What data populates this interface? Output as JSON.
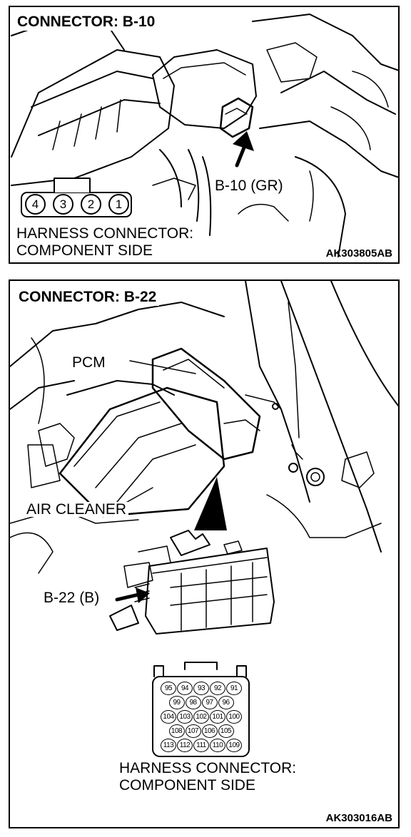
{
  "panel1": {
    "title": "CONNECTOR: B-10",
    "connector_callout": "B-10 (GR)",
    "pins": [
      "4",
      "3",
      "2",
      "1"
    ],
    "harness_label_line1": "HARNESS CONNECTOR:",
    "harness_label_line2": "COMPONENT SIDE",
    "figure_code": "AK303805AB"
  },
  "panel2": {
    "title": "CONNECTOR: B-22",
    "pcm_label": "PCM",
    "air_cleaner_label": "AIR CLEANER",
    "connector_callout": "B-22 (B)",
    "pin_rows": [
      [
        "95",
        "94",
        "93",
        "92",
        "91"
      ],
      [
        "99",
        "98",
        "97",
        "96"
      ],
      [
        "104",
        "103",
        "102",
        "101",
        "100"
      ],
      [
        "108",
        "107",
        "106",
        "105"
      ],
      [
        "113",
        "112",
        "111",
        "110",
        "109"
      ]
    ],
    "harness_label_line1": "HARNESS CONNECTOR:",
    "harness_label_line2": "COMPONENT SIDE",
    "figure_code": "AK303016AB"
  }
}
